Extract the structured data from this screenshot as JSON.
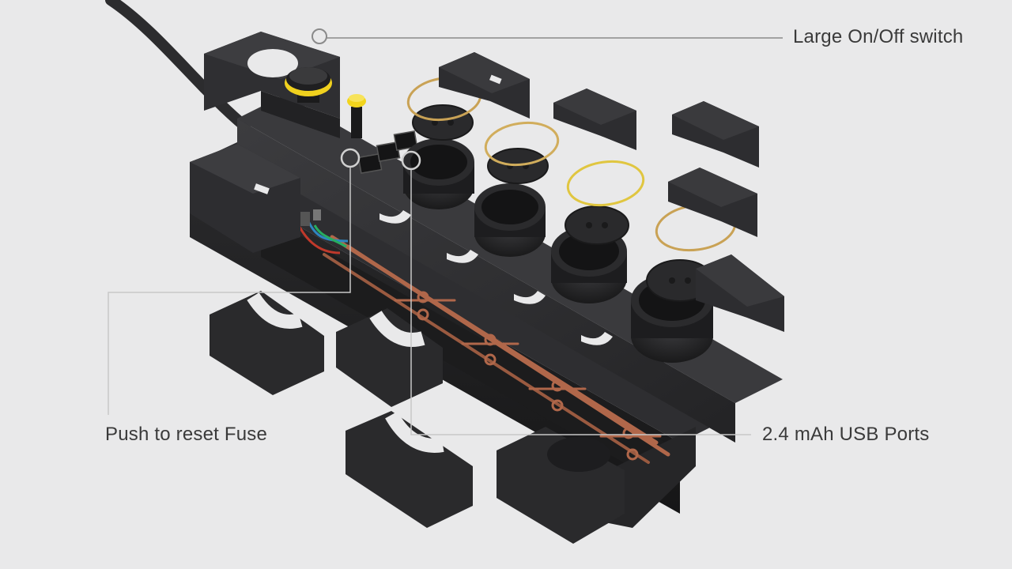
{
  "callouts": {
    "switch": {
      "label": "Large On/Off switch"
    },
    "fuse": {
      "label": "Push to reset Fuse"
    },
    "usb": {
      "label": "2.4 mAh USB Ports"
    }
  },
  "colors": {
    "background": "#e9e9ea",
    "body": "#2b2b2d",
    "body_light": "#3b3b3e",
    "copper": "#b0674a",
    "ring_gold": "#c9a255",
    "switch_yellow": "#f0d11e",
    "leader_line": "#8a8a8a"
  },
  "icons": [
    "on-off-switch-icon",
    "fuse-button-icon",
    "usb-port-icon",
    "socket-icon"
  ]
}
